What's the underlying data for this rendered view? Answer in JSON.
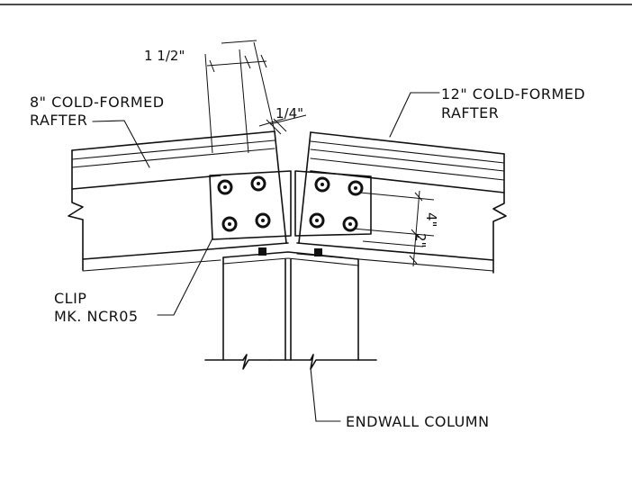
{
  "labels": {
    "left_rafter_line1": "8\" COLD-FORMED",
    "left_rafter_line2": "RAFTER",
    "right_rafter_line1": "12\" COLD-FORMED",
    "right_rafter_line2": "RAFTER",
    "clip_line1": "CLIP",
    "clip_line2": "MK. NCR05",
    "column": "ENDWALL COLUMN"
  },
  "dimensions": {
    "top_spacing": "1 1/2\"",
    "gap": "1/4\"",
    "bolt_vertical": "4\"",
    "bolt_edge": "2\""
  },
  "colors": {
    "line": "#111111",
    "background": "#ffffff"
  }
}
